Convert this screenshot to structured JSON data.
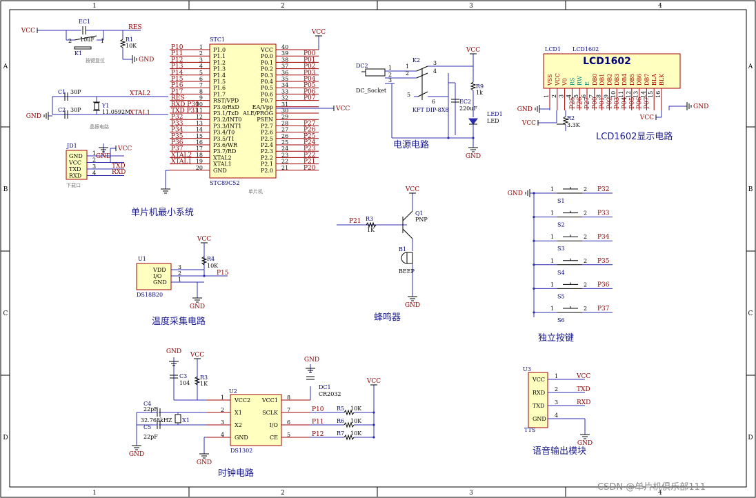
{
  "frame": {
    "cols": [
      "1",
      "2",
      "3",
      "4"
    ],
    "rows": [
      "A",
      "B",
      "C",
      "D"
    ]
  },
  "sections": {
    "mcu": "单片机最小系统",
    "power": "电源电路",
    "lcd": "LCD1602显示电路",
    "temp": "温度采集电路",
    "buzzer": "蜂鸣器",
    "keys": "独立按键",
    "clock": "时钟电路",
    "voice": "语音输出模块"
  },
  "reset": {
    "vcc": "VCC",
    "cap_ref": "EC1",
    "cap_val": "10uF",
    "res_ref": "R1",
    "res_val": "10K",
    "key_ref": "K1",
    "net": "RES",
    "gnd": "GND",
    "note": "按键复位",
    "p2": "2",
    "p1": "1"
  },
  "crystal": {
    "c1": "C1",
    "c1v": "30P",
    "c2": "C2",
    "c2v": "30P",
    "y": "Y1",
    "yv": "11.0592M",
    "n1": "XTAL2",
    "n2": "XTAL1",
    "gnd": "GND",
    "note": "晶振电路"
  },
  "header": {
    "ref": "JD1",
    "pins": [
      "GND",
      "VCC",
      "TXD",
      "RXD"
    ],
    "nums": [
      "1",
      "2",
      "3",
      "4"
    ],
    "gnd": "GND",
    "vcc": "VCC",
    "txd": "TXD",
    "rxd": "RXD",
    "note": "下载口"
  },
  "mcu": {
    "ref": "STC1",
    "part": "STC89C52",
    "note": "单片机",
    "left_nets": [
      "P10",
      "P11",
      "P12",
      "P13",
      "P14",
      "P15",
      "P16",
      "P17",
      "RES",
      "RXD P30",
      "TXD P31",
      "P32",
      "P33",
      "P34",
      "P35",
      "P36",
      "P37",
      "XTAL2",
      "XTAL1",
      ""
    ],
    "left_pins": [
      "P1.0",
      "P1.1",
      "P1.2",
      "P1.3",
      "P1.4",
      "P1.5",
      "P1.6",
      "P1.7",
      "RST/VPD",
      "P3.0/RxD",
      "P3.1/TxD",
      "P3.2/INT0",
      "P3.3/INT1",
      "P3.4/T0",
      "P3.5/T1",
      "P3.6/WR",
      "P3.7/RD",
      "XTAL2",
      "XTAL1",
      "GND"
    ],
    "left_nums": [
      "1",
      "2",
      "3",
      "4",
      "5",
      "6",
      "7",
      "8",
      "9",
      "10",
      "11",
      "12",
      "13",
      "14",
      "15",
      "16",
      "17",
      "18",
      "19",
      "20"
    ],
    "right_pins": [
      "VCC",
      "P0.0",
      "P0.1",
      "P0.2",
      "P0.3",
      "P0.4",
      "P0.5",
      "P0.6",
      "P0.7",
      "EA/Vpp",
      "ALE/PROG",
      "PSEN",
      "P2.7",
      "P2.6",
      "P2.5",
      "P2.4",
      "P2.3",
      "P2.2",
      "P2.1",
      "P2.0"
    ],
    "right_nums": [
      "40",
      "39",
      "38",
      "37",
      "36",
      "35",
      "34",
      "33",
      "32",
      "31",
      "30",
      "29",
      "28",
      "27",
      "26",
      "25",
      "24",
      "23",
      "22",
      "21"
    ],
    "right_nets": [
      "",
      "P00",
      "P01",
      "P02",
      "P03",
      "P04",
      "P05",
      "P06",
      "P07",
      "",
      "",
      "",
      "P27",
      "P26",
      "P25",
      "P24",
      "P23",
      "P22",
      "P21",
      "P20"
    ],
    "vcc": "VCC",
    "vcc2": "VCC"
  },
  "power": {
    "dc": "DC2",
    "dcpart": "DC_Socket",
    "k": "K2",
    "kpart": "KFT DIP-8X8",
    "ec": "EC2",
    "ecv": "220uF",
    "r": "R9",
    "rv": "1k",
    "led": "LED1",
    "ledv": "LED",
    "vcc": "VCC",
    "gnd": "GND",
    "n": [
      "1",
      "2",
      "3",
      "4",
      "5",
      "6"
    ]
  },
  "lcd": {
    "ref": "LCD1",
    "part": "LCD1602",
    "title": "LCD1602",
    "pins": [
      "VSS",
      "VCC",
      "V0",
      "RS",
      "RW",
      "E",
      "DB0",
      "DB1",
      "DB2",
      "DB3",
      "DB4",
      "DB5",
      "DB6",
      "DB7",
      "BLA",
      "BLK"
    ],
    "nums": [
      "1",
      "2",
      "3",
      "4",
      "5",
      "6",
      "7",
      "8",
      "9",
      "10",
      "11",
      "12",
      "13",
      "14",
      "15",
      "16"
    ],
    "nets": [
      "",
      "",
      "",
      "P25",
      "P26",
      "P27",
      "P00",
      "P01",
      "P02",
      "P03",
      "P04",
      "P05",
      "P06",
      "P07",
      "",
      ""
    ],
    "gnd": "GND",
    "gnd2": "GND",
    "vcc": "VCC",
    "vcc2": "VCC",
    "r": "R2",
    "rv": "3.3K"
  },
  "temp": {
    "ref": "U1",
    "part": "DS18B20",
    "pins": [
      "VDD",
      "I/O",
      "GND"
    ],
    "nums": [
      "3",
      "2",
      "1"
    ],
    "vcc": "VCC",
    "r": "R4",
    "rv": "10K",
    "net": "P15",
    "gnd": "GND"
  },
  "buzzer": {
    "net": "P21",
    "r": "R3",
    "rv": "1K",
    "q": "Q1",
    "qv": "PNP",
    "b": "B1",
    "bv": "BEEP",
    "vcc": "VCC",
    "gnd": "GND"
  },
  "keys": {
    "gnd": "GND",
    "items": [
      {
        "ref": "S1",
        "net": "P32"
      },
      {
        "ref": "S2",
        "net": "P33"
      },
      {
        "ref": "S3",
        "net": "P34"
      },
      {
        "ref": "S4",
        "net": "P35"
      },
      {
        "ref": "S5",
        "net": "P36"
      },
      {
        "ref": "S6",
        "net": "P37"
      }
    ],
    "n1": "1",
    "n2": "2"
  },
  "clock": {
    "ref": "U2",
    "part": "DS1302",
    "lpins": [
      "VCC2",
      "X1",
      "X2",
      "GND"
    ],
    "lnums": [
      "1",
      "2",
      "3",
      "4"
    ],
    "rpins": [
      "VCC1",
      "SCLK",
      "I/O",
      "CE"
    ],
    "rnums": [
      "8",
      "7",
      "6",
      "5"
    ],
    "c3": "C3",
    "c3v": "104",
    "r3": "R3",
    "r3v": "1K",
    "c4": "C4",
    "c4v": "22pF",
    "c5": "C5",
    "c5v": "22pF",
    "x": "X1",
    "xv": "32.768kHZ",
    "dc": "DC1",
    "dcv": "CR2032",
    "gnd": "GND",
    "vcc": "VCC",
    "nets": [
      "P10",
      "P11",
      "P12"
    ],
    "rs": [
      "R5",
      "R6",
      "R7"
    ],
    "rv": "10K"
  },
  "voice": {
    "ref": "U3",
    "part": "TTS",
    "pins": [
      "VCC",
      "RXD",
      "TXD",
      "GND"
    ],
    "nums": [
      "1",
      "2",
      "3",
      "4"
    ],
    "nets": [
      "VCC",
      "TXD",
      "RXD",
      ""
    ],
    "gnd": "GND"
  },
  "watermark": "CSDN @单片机俱乐部111"
}
